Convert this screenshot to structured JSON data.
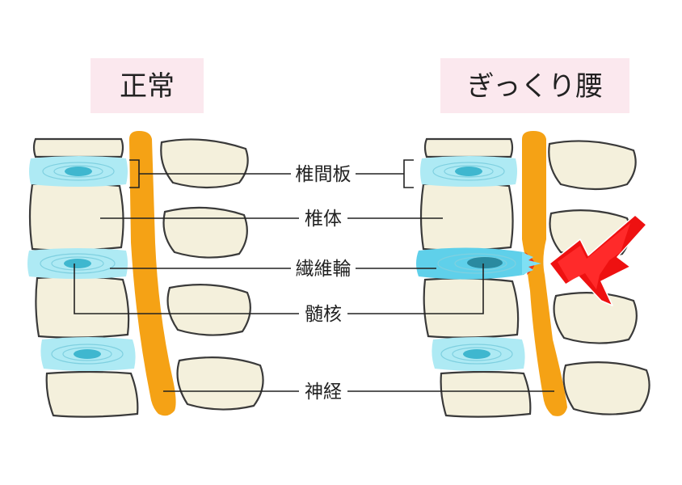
{
  "panels": {
    "normal": {
      "title": "正常"
    },
    "injured": {
      "title": "ぎっくり腰"
    }
  },
  "labels": {
    "intervertebral_disc": "椎間板",
    "vertebral_body": "椎体",
    "annulus_fibrosus": "繊維輪",
    "nucleus_pulposus": "髄核",
    "nerve": "神経"
  },
  "colors": {
    "title_bg": "#fbe8ee",
    "bone": "#f4f0dc",
    "disc": "#aeeaf4",
    "nucleus": "#3fb7cf",
    "nerve": "#f5a215",
    "pain": "#ee1111",
    "pain_glow": "#3ec6ee"
  },
  "icons": {
    "pain": "lightning-pain-icon"
  }
}
